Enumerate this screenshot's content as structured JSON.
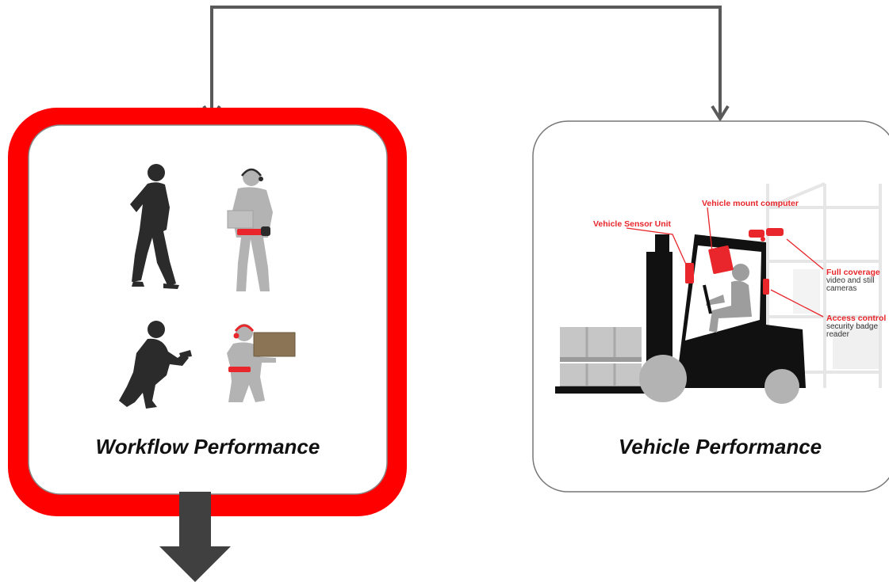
{
  "colors": {
    "highlight": "#ff0000",
    "connector": "#595959",
    "down_arrow": "#404040",
    "silhouette_dark": "#2b2b2b",
    "silhouette_light": "#b3b3b3",
    "accent_red": "#e8262b",
    "box_border": "#777777"
  },
  "workflow": {
    "label": "Workflow Performance",
    "highlighted": true,
    "figures": [
      "walking-worker-icon",
      "headset-worker-icon",
      "kneeling-scanner-worker-icon",
      "box-carrying-worker-icon"
    ]
  },
  "vehicle": {
    "label": "Vehicle Performance",
    "callouts": {
      "sensor_unit": "Vehicle Sensor Unit",
      "mount_computer": "Vehicle mount computer",
      "full_coverage_title": "Full coverage",
      "full_coverage_line1": "video and still",
      "full_coverage_line2": "cameras",
      "access_title": "Access control",
      "access_line1": "security badge",
      "access_line2": "reader"
    }
  }
}
